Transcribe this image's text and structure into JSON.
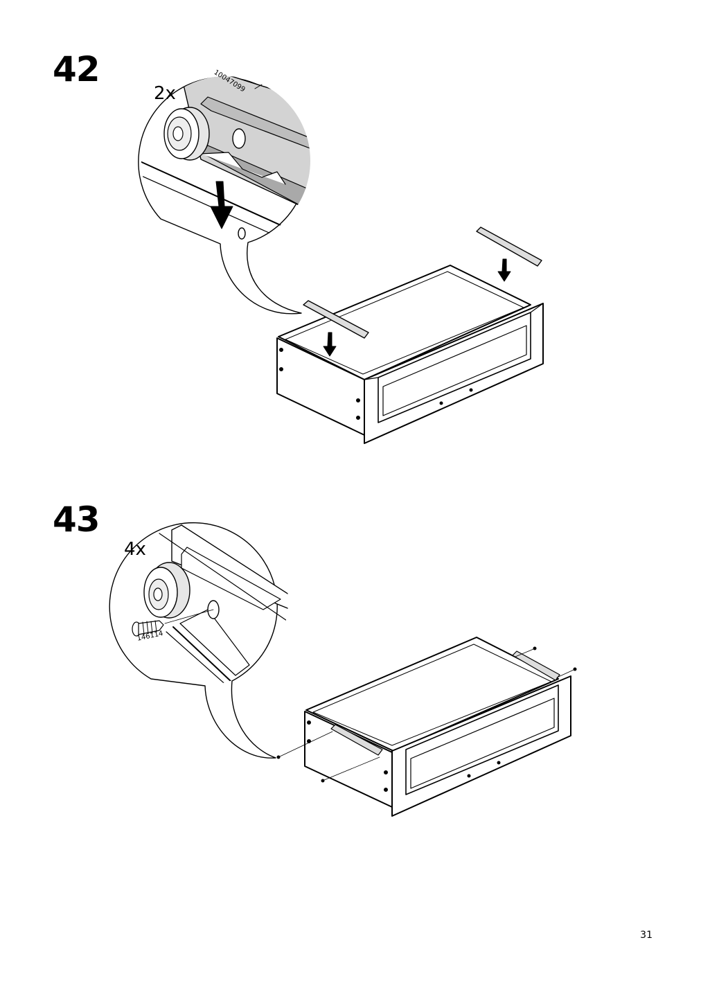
{
  "steps": [
    {
      "number": "42",
      "quantity": "2x",
      "part_number": "10047099"
    },
    {
      "number": "43",
      "quantity": "4x",
      "part_number": "146114"
    }
  ],
  "page_number": "31",
  "icons": [
    "drawer-illustration",
    "rail-illustration",
    "wheel-detail-illustration",
    "screw-illustration",
    "arrow-down-icon"
  ]
}
